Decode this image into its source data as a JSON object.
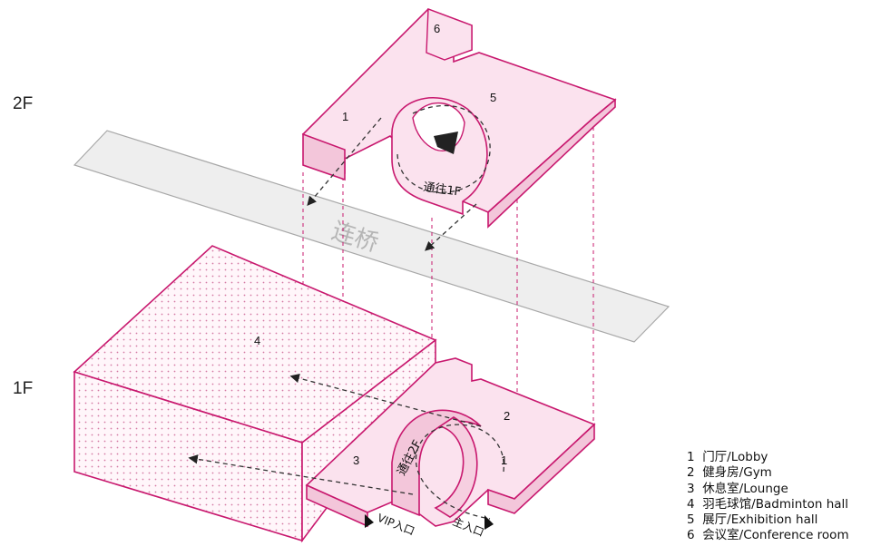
{
  "floors": {
    "upper": "2F",
    "lower": "1F"
  },
  "bridge_label": "连桥",
  "room_numbers": {
    "r1": "1",
    "r2": "2",
    "r3": "3",
    "r4": "4",
    "r5": "5",
    "r6": "6"
  },
  "stair_labels": {
    "to_1f": "通往1F",
    "to_2f": "通往2F"
  },
  "entrances": {
    "vip": "VIP入口",
    "main": "主入口"
  },
  "legend": [
    {
      "num": "1",
      "text": "门厅/Lobby"
    },
    {
      "num": "2",
      "text": "健身房/Gym"
    },
    {
      "num": "3",
      "text": "休息室/Lounge"
    },
    {
      "num": "4",
      "text": "羽毛球馆/Badminton hall"
    },
    {
      "num": "5",
      "text": "展厅/Exhibition hall"
    },
    {
      "num": "6",
      "text": "会议室/Conference room"
    }
  ],
  "colors": {
    "accent": "#c8186e",
    "fill": "#fbe2ee",
    "side": "#f3c6da",
    "bridge_fill": "#eeeeee",
    "bridge_stroke": "#a8a8a8",
    "dash": "#333333"
  }
}
